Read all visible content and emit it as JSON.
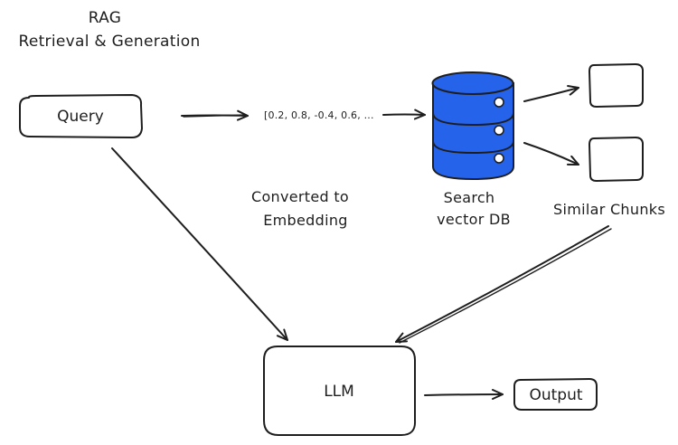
{
  "title": {
    "line1": "RAG",
    "line2": "Retrieval & Generation"
  },
  "nodes": {
    "query": "Query",
    "embedding_vector": "[0.2, 0.8, -0.4, 0.6, ...",
    "converted_line1": "Converted to",
    "converted_line2": "Embedding",
    "search_line1": "Search",
    "search_line2": "vector DB",
    "similar_chunks": "Similar Chunks",
    "llm": "LLM",
    "output": "Output"
  },
  "colors": {
    "database_fill": "#2563eb",
    "ink": "#1e1e1e",
    "background": "#ffffff"
  }
}
